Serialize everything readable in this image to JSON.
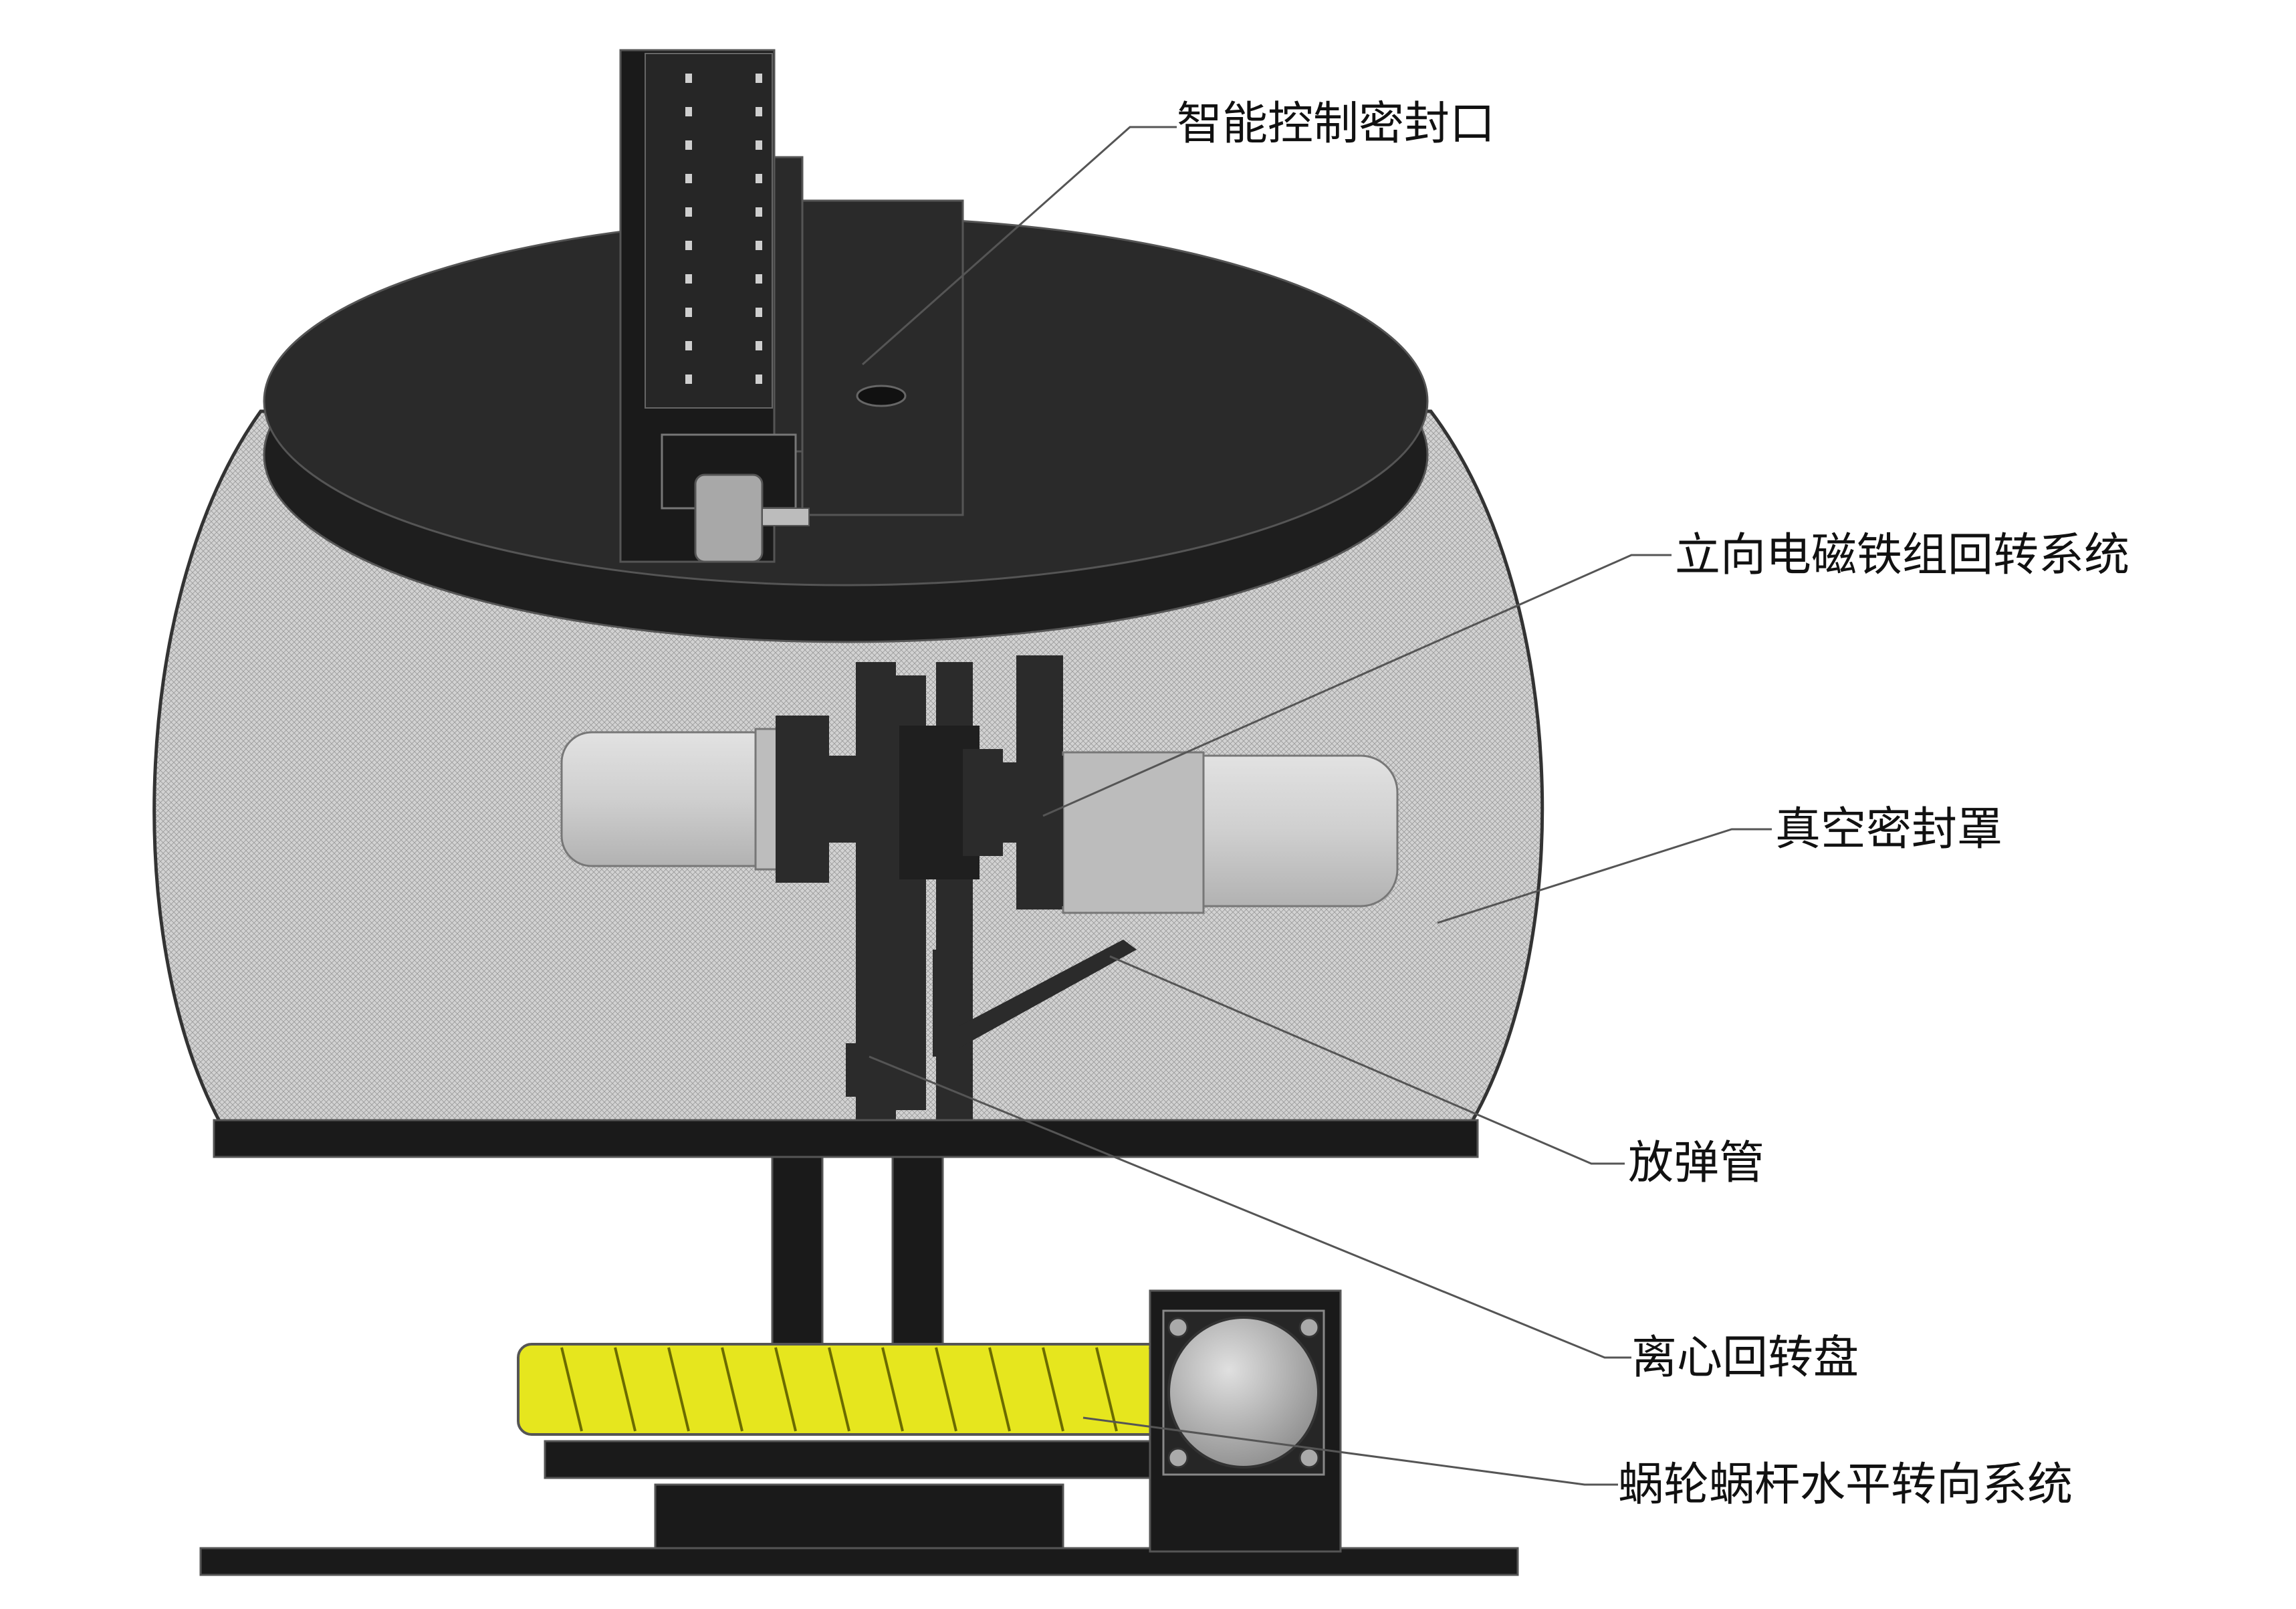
{
  "labels": {
    "seal_port": "智能控制密封口",
    "vertical_magnet": "立向电磁铁组回转系统",
    "vacuum_cover": "真空密封罩",
    "launch_tube": "放弹管",
    "centrifugal_disc": "离心回转盘",
    "worm_gear": "蜗轮蜗杆水平转向系统"
  },
  "colors": {
    "dark_part": "#2b2b2b",
    "black_part": "#1a1a1a",
    "dome_fill": "#d4d4d4",
    "grey_part": "#c4c4c4",
    "gear_yellow": "#e6e61e",
    "leader_line": "#555555"
  }
}
